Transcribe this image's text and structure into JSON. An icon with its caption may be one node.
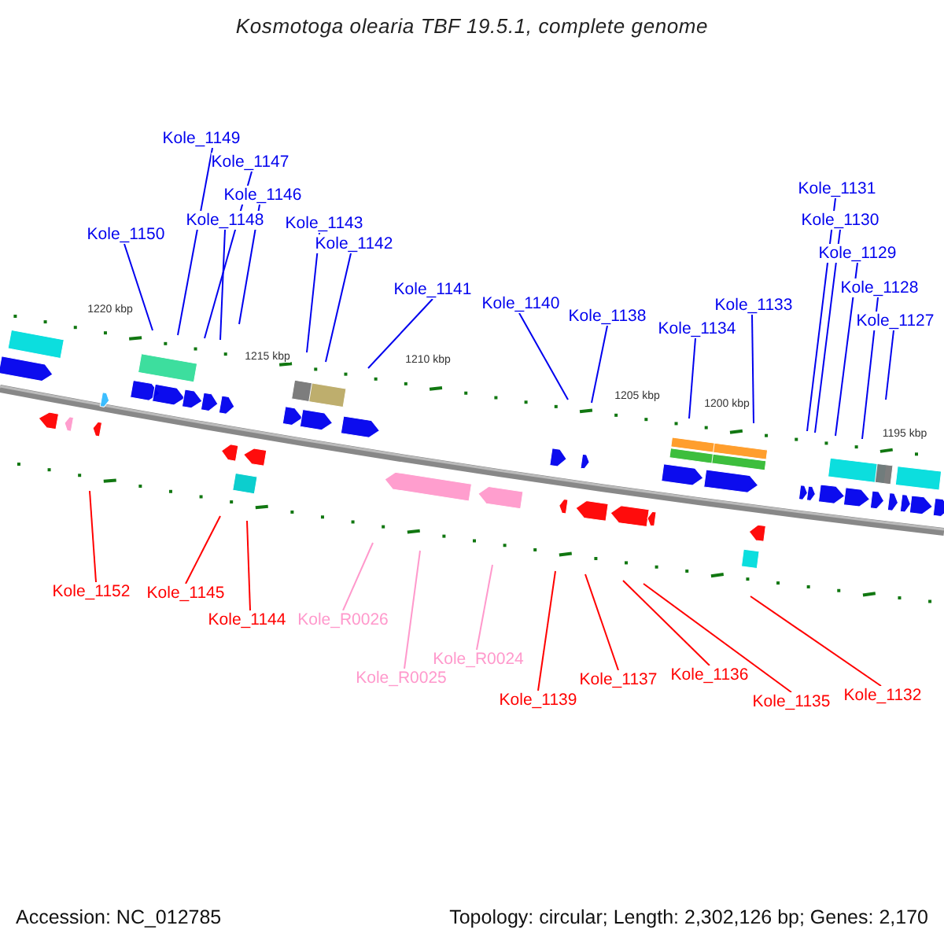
{
  "diagram": {
    "title": "Kosmotoga olearia TBF 19.5.1, complete genome",
    "nodes": [
      {
        "text": [
          "Kole_1149"
        ]
      },
      {
        "text": [
          "Kole_1147"
        ]
      },
      {
        "text": [
          "Kole_1146"
        ]
      },
      {
        "text": [
          "Kole_1148"
        ]
      },
      {
        "text": [
          "Kole_1150"
        ]
      },
      {
        "text": [
          "Kole_1143"
        ]
      },
      {
        "text": [
          "Kole_1142"
        ]
      },
      {
        "text": [
          "Kole_1141"
        ]
      },
      {
        "text": [
          "Kole_1140"
        ]
      },
      {
        "text": [
          "Kole_1138"
        ]
      },
      {
        "text": [
          "Kole_1134"
        ]
      },
      {
        "text": [
          "Kole_1133"
        ]
      },
      {
        "text": [
          "Kole_1131"
        ]
      },
      {
        "text": [
          "Kole_1130"
        ]
      },
      {
        "text": [
          "Kole_1129"
        ]
      },
      {
        "text": [
          "Kole_1128"
        ]
      },
      {
        "text": [
          "Kole_1127"
        ]
      },
      {
        "text": [
          "Kole_1152"
        ]
      },
      {
        "text": [
          "Kole_1145"
        ]
      },
      {
        "text": [
          "Kole_1144"
        ]
      },
      {
        "text": [
          "Kole_R0026"
        ]
      },
      {
        "text": [
          "Kole_R0025"
        ]
      },
      {
        "text": [
          "Kole_R0024"
        ]
      },
      {
        "text": [
          "Kole_1139"
        ]
      },
      {
        "text": [
          "Kole_1137"
        ]
      },
      {
        "text": [
          "Kole_1136"
        ]
      },
      {
        "text": [
          "Kole_1135"
        ]
      },
      {
        "text": [
          "Kole_1132"
        ]
      }
    ],
    "edges": [
      {
        "from": 0,
        "to": null,
        "arrow": "none"
      },
      {
        "from": 1,
        "to": null,
        "arrow": "none"
      },
      {
        "from": 2,
        "to": null,
        "arrow": "none"
      },
      {
        "from": 3,
        "to": null,
        "arrow": "none"
      },
      {
        "from": 4,
        "to": null,
        "arrow": "none"
      },
      {
        "from": 5,
        "to": null,
        "arrow": "none"
      },
      {
        "from": 6,
        "to": null,
        "arrow": "none"
      },
      {
        "from": 7,
        "to": null,
        "arrow": "none"
      },
      {
        "from": 8,
        "to": null,
        "arrow": "none"
      },
      {
        "from": 9,
        "to": null,
        "arrow": "none"
      },
      {
        "from": 10,
        "to": null,
        "arrow": "none"
      },
      {
        "from": 11,
        "to": null,
        "arrow": "none"
      },
      {
        "from": 12,
        "to": null,
        "arrow": "none"
      },
      {
        "from": 13,
        "to": null,
        "arrow": "none"
      },
      {
        "from": 14,
        "to": null,
        "arrow": "none"
      },
      {
        "from": 15,
        "to": null,
        "arrow": "none"
      },
      {
        "from": 16,
        "to": null,
        "arrow": "none"
      },
      {
        "from": 17,
        "to": null,
        "arrow": "none",
        "color": "#ff0000"
      },
      {
        "from": 18,
        "to": null,
        "arrow": "none",
        "color": "#ff0000"
      },
      {
        "from": 19,
        "to": null,
        "arrow": "none",
        "color": "#ff0000"
      },
      {
        "from": 20,
        "to": null,
        "arrow": "none",
        "color": "#ff99cc"
      },
      {
        "from": 21,
        "to": null,
        "arrow": "none",
        "color": "#ff99cc"
      },
      {
        "from": 22,
        "to": null,
        "arrow": "none",
        "color": "#ff99cc"
      },
      {
        "from": 23,
        "to": null,
        "arrow": "none",
        "color": "#ff0000"
      },
      {
        "from": 24,
        "to": null,
        "arrow": "none",
        "color": "#ff0000"
      },
      {
        "from": 25,
        "to": null,
        "arrow": "none",
        "color": "#ff0000"
      },
      {
        "from": 26,
        "to": null,
        "arrow": "none",
        "color": "#ff0000"
      },
      {
        "from": 27,
        "to": null,
        "arrow": "none",
        "color": "#ff0000"
      }
    ],
    "labels": [
      "1220 kbp",
      "1215 kbp",
      "1210 kbp",
      "1205 kbp",
      "1200 kbp",
      "1195 kbp",
      "Accession: NC_012785",
      "Topology: circular; Length: 2,302,126 bp; Genes: 2,170"
    ]
  }
}
